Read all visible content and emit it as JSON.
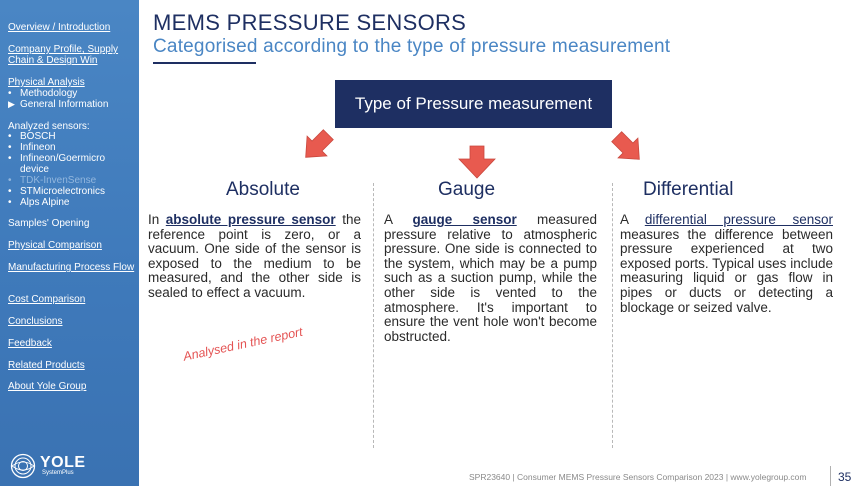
{
  "sidebar": {
    "links": {
      "overview": "Overview / Introduction",
      "company": "Company Profile, Supply Chain & Design Win",
      "physical_analysis": "Physical Analysis",
      "samples_opening": "Samples' Opening",
      "physical_comparison": "Physical Comparison",
      "manufacturing": "Manufacturing Process Flow",
      "cost_comparison": "Cost Comparison",
      "conclusions": "Conclusions",
      "feedback": "Feedback",
      "related_products": "Related Products",
      "about": "About Yole Group"
    },
    "physical_sub": [
      "Methodology",
      "General Information"
    ],
    "analyzed_label": "Analyzed sensors:",
    "sensors": [
      "BOSCH",
      "Infineon",
      "Infineon/Goermicro device",
      "TDK-InvenSense",
      "STMicroelectronics",
      "Alps Alpine"
    ],
    "bullet": "•",
    "current_marker": "▶",
    "logo": {
      "name": "YOLE",
      "sub": "SystemPlus"
    }
  },
  "header": {
    "title": "MEMS PRESSURE SENSORS",
    "subtitle": "Categorised according to the type of pressure measurement"
  },
  "category_box": "Type of Pressure measurement",
  "columns": {
    "absolute": {
      "title": "Absolute",
      "pre": "In ",
      "keyword": "absolute pressure sensor",
      "post": " the reference point is zero, or a vacuum. One side of the sensor is exposed to the medium to be measured, and the other side is sealed to effect a vacuum."
    },
    "gauge": {
      "title": "Gauge",
      "pre": "A ",
      "keyword": "gauge sensor",
      "post": " measured pressure relative to atmospheric pressure. One side is connected to the system, which may be a pump such as a suction pump, while the other side is vented to the atmosphere. It's important to ensure the vent hole won't become obstructed."
    },
    "differential": {
      "title": "Differential",
      "pre": "A ",
      "keyword": "differential pressure sensor",
      "post": " measures the difference between pressure experienced at two exposed ports. Typical uses include measuring liquid or gas flow in pipes or ducts or detecting a blockage or seized valve."
    }
  },
  "stamp": "Analysed in the report",
  "footer": {
    "text": "SPR23640 | Consumer MEMS Pressure Sensors Comparison 2023 | www.yolegroup.com",
    "page": "35"
  },
  "colors": {
    "sidebar": "#4a86c4",
    "navy": "#1e2f62",
    "accent_blue": "#4a86c4",
    "arrow": "#e85a4f",
    "stamp": "#e45353"
  },
  "icons": [
    "arrow-down-right-icon",
    "arrow-down-icon",
    "arrow-down-left-icon",
    "yole-logo-icon"
  ]
}
